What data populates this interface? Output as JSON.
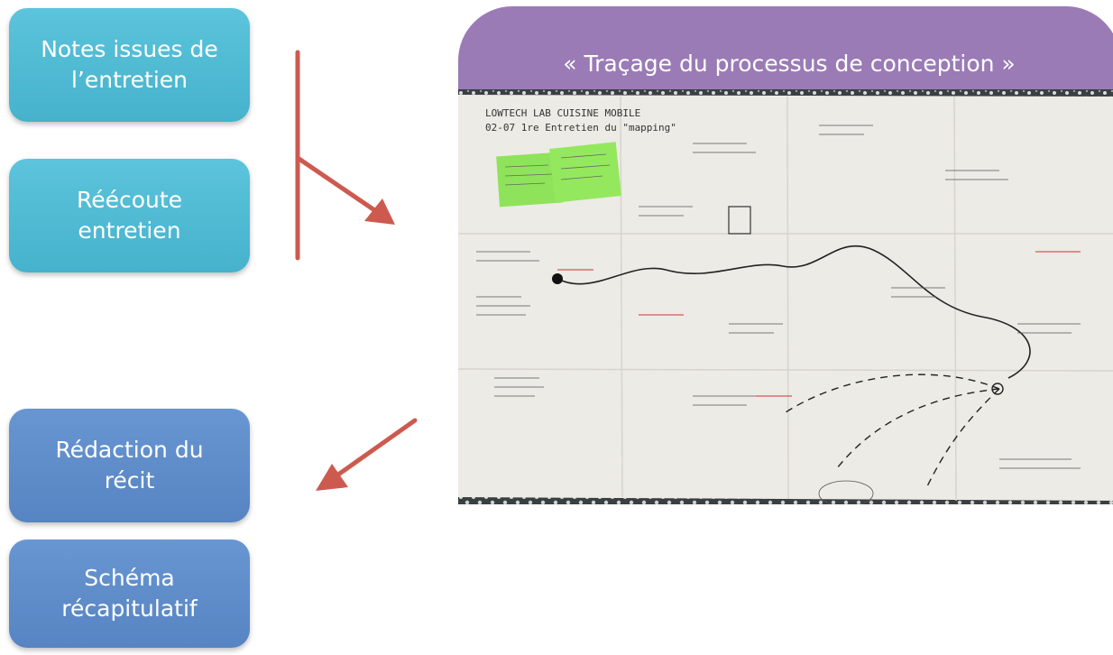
{
  "boxes": [
    {
      "label": "Notes issues de\nl’entretien",
      "color": "#4fbad3"
    },
    {
      "label": "Réécoute\nentretien",
      "color": "#4fbad3"
    },
    {
      "label": "Rédaction du\nrécit",
      "color": "#5f8dcb"
    },
    {
      "label": "Schéma\nrécapitulatif",
      "color": "#5f8dcb"
    }
  ],
  "photo": {
    "title": "« Traçage du processus de conception »",
    "header_color": "#9a7bb6",
    "handwritten_heading": [
      "LOWTECH LAB    CUISINE MOBILE",
      "02-07    1re Entretien du \"mapping\""
    ]
  },
  "arrows": {
    "color": "#cd5a4f"
  }
}
